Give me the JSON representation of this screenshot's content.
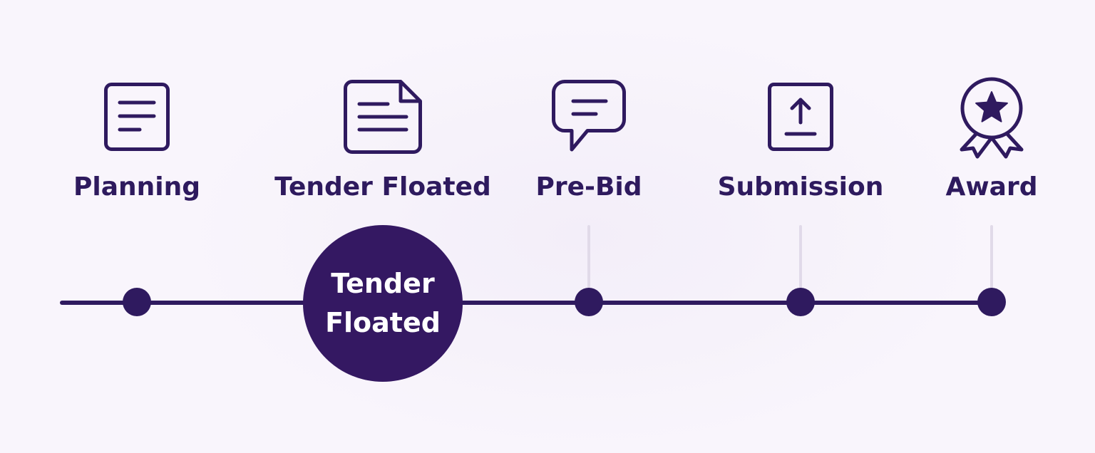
{
  "timeline": {
    "active_label": "Tender Floated",
    "stages": [
      {
        "label": "Planning",
        "icon": "document-lines-icon"
      },
      {
        "label": "Tender Floated",
        "icon": "document-folded-corner-icon"
      },
      {
        "label": "Pre-Bid",
        "icon": "speech-bubble-icon"
      },
      {
        "label": "Submission",
        "icon": "upload-box-icon"
      },
      {
        "label": "Award",
        "icon": "award-ribbon-icon"
      }
    ]
  },
  "colors": {
    "primary": "#2f1a5f",
    "active_fill": "#341862",
    "connector": "#e1dae9",
    "background": "#f9f5fc"
  }
}
